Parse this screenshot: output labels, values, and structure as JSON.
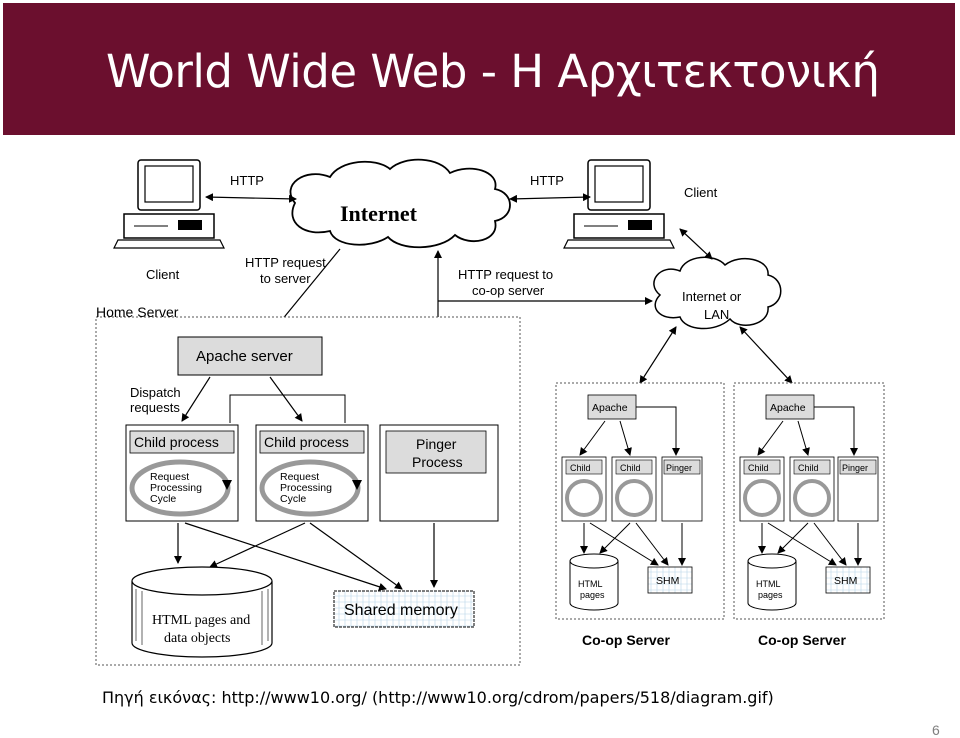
{
  "title": "World Wide Web - Η Αρχιτεκτονική",
  "caption": "Πηγή εικόνας: http://www10.org/ (http://www10.org/cdrom/papers/518/diagram.gif)",
  "page_number": "6",
  "diagram": {
    "internet": "Internet",
    "http_left": "HTTP",
    "http_right": "HTTP",
    "client_left": "Client",
    "client_right": "Client",
    "http_request_server_1": "HTTP request",
    "http_request_server_2": "to server",
    "http_request_coop_1": "HTTP request to",
    "http_request_coop_2": "co-op server",
    "internet_or_lan_1": "Internet or",
    "internet_or_lan_2": "LAN",
    "home_server": "Home Server",
    "apache_server": "Apache server",
    "dispatch_1": "Dispatch",
    "dispatch_2": "requests",
    "child_process": "Child process",
    "rpc_1": "Request",
    "rpc_2": "Processing",
    "rpc_3": "Cycle",
    "pinger_1": "Pinger",
    "pinger_2": "Process",
    "html_pages_1": "HTML pages and",
    "html_pages_2": "data objects",
    "shared_memory": "Shared memory",
    "coop_apache": "Apache",
    "coop_child": "Child",
    "coop_pinger": "Pinger",
    "coop_html_1": "HTML",
    "coop_html_2": "pages",
    "coop_shm": "SHM",
    "coop_server": "Co-op Server"
  }
}
